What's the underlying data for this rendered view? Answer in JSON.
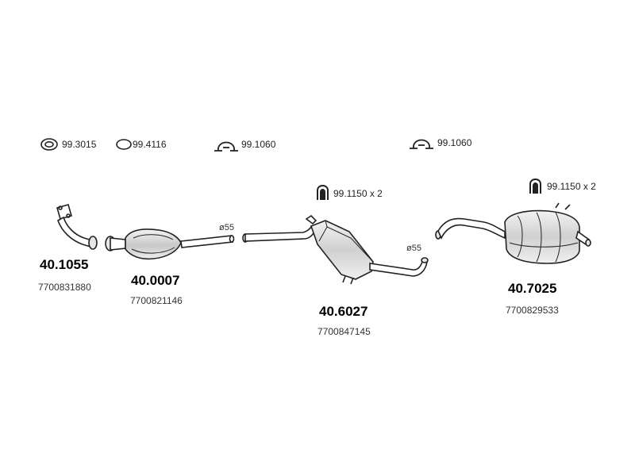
{
  "accessories": {
    "gasket_ring": "99.3015",
    "o_ring": "99.4116",
    "clamp_left": "99.1060",
    "clamp_right": "99.1060",
    "u_bolt_center": "99.1150 x 2",
    "u_bolt_rear": "99.1150 x 2"
  },
  "parts": [
    {
      "part_no": "40.1055",
      "oem": "7700831880"
    },
    {
      "part_no": "40.0007",
      "oem": "7700821146"
    },
    {
      "part_no": "40.6027",
      "oem": "7700847145"
    },
    {
      "part_no": "40.7025",
      "oem": "7700829533"
    }
  ],
  "diameters": {
    "front": "ø55",
    "middle": "ø55"
  },
  "colors": {
    "line": "#222222",
    "shade_light": "#e6e6e6",
    "shade_dark": "#bdbdbd"
  }
}
